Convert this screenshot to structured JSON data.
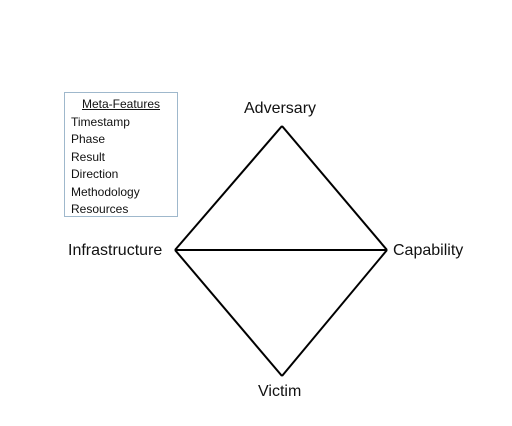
{
  "diagram": {
    "nodes": {
      "top": "Adversary",
      "left": "Infrastructure",
      "right": "Capability",
      "bottom": "Victim"
    },
    "meta_features": {
      "title": "Meta-Features",
      "items": [
        "Timestamp",
        "Phase",
        "Result",
        "Direction",
        "Methodology",
        "Resources"
      ]
    },
    "line_color": "#000000",
    "box_border_color": "#9fb8cc"
  }
}
